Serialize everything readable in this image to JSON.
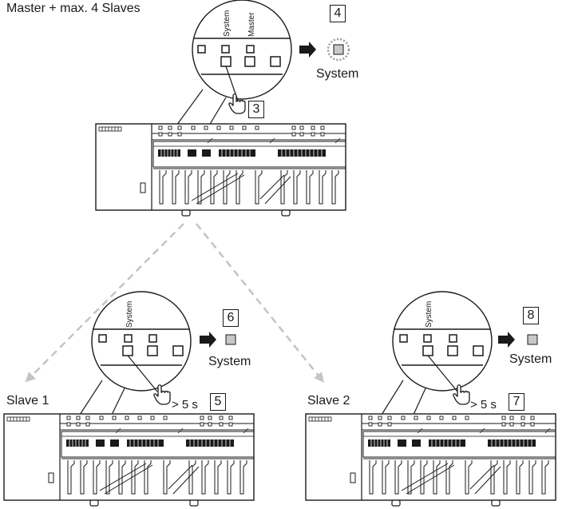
{
  "heading": "Master + max. 4 Slaves",
  "master": {
    "zoom_labels": [
      "System",
      "Master"
    ],
    "step_press": "3",
    "step_result": "4",
    "result_label": "System"
  },
  "slave1": {
    "label": "Slave 1",
    "zoom_label": "System",
    "step_press": "5",
    "press_time": "> 5 s",
    "step_result": "6",
    "result_label": "System"
  },
  "slave2": {
    "label": "Slave 2",
    "zoom_label": "System",
    "step_press": "7",
    "press_time": "> 5 s",
    "step_result": "8",
    "result_label": "System"
  },
  "colors": {
    "line": "#1a1a1a",
    "led_fill": "#c8c8c8",
    "dashed_arrow": "#c4c4c4",
    "led_ring": "#999999"
  }
}
